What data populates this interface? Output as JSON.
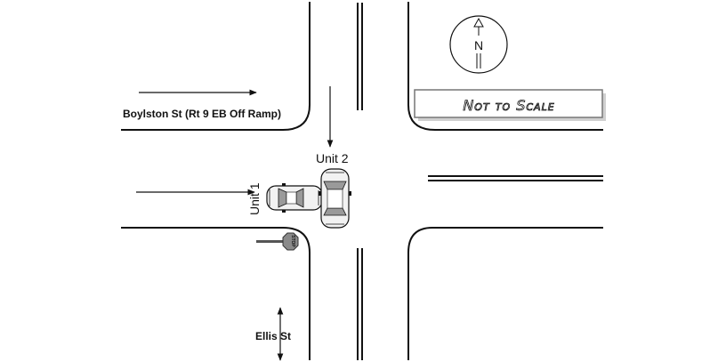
{
  "streets": {
    "main": "Boylston St (Rt 9 EB Off Ramp)",
    "cross": "Ellis St"
  },
  "units": {
    "unit1": "Unit 1",
    "unit2": "Unit 2"
  },
  "compass": {
    "letter": "N"
  },
  "notice": "Not to Scale",
  "stop_sign": "STOP",
  "colors": {
    "line": "#111111",
    "car_body": "#f2f2f2",
    "glass": "#9a9a9a",
    "stop": "#8a8a8a"
  }
}
